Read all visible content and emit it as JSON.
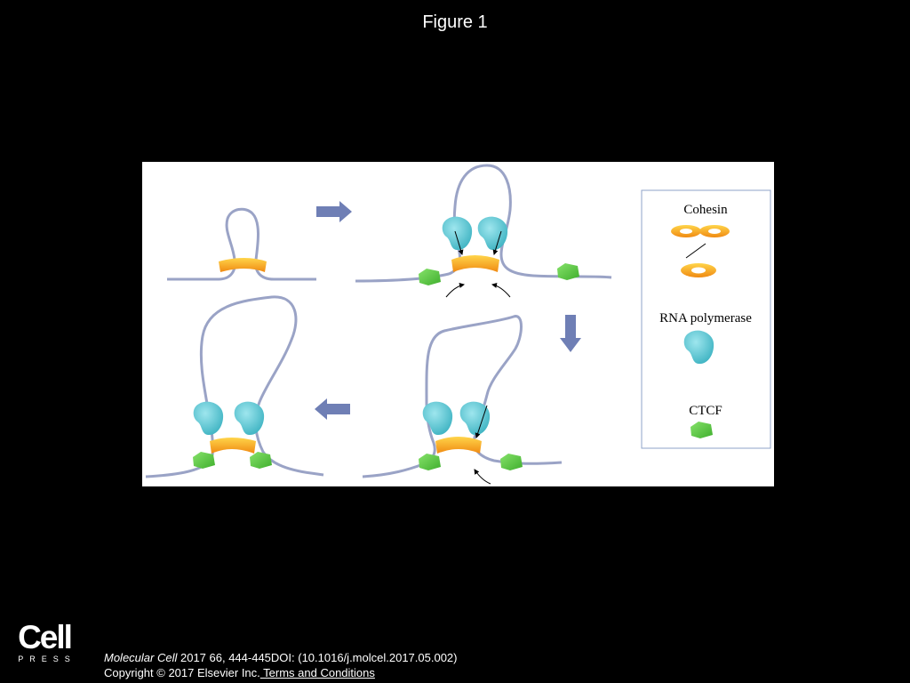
{
  "slide": {
    "title": "Figure 1"
  },
  "figure": {
    "legend": {
      "cohesin_label": "Cohesin",
      "rna_polymerase_label": "RNA polymerase",
      "ctcf_label": "CTCF"
    },
    "colors": {
      "dna_strand": "#9aa3c6",
      "cohesin": "#f5a823",
      "rna_polymerase": "#5fc6d2",
      "ctcf": "#5ec94a",
      "step_arrow": "#6f7fb5"
    }
  },
  "footer": {
    "logo_word": "Cell",
    "logo_sub": "PRESS",
    "journal": "Molecular Cell",
    "citation": " 2017 66, 444-445DOI: (10.1016/j.molcel.2017.05.002)",
    "copyright": "Copyright © 2017 Elsevier Inc.",
    "terms_link": " Terms and Conditions"
  }
}
